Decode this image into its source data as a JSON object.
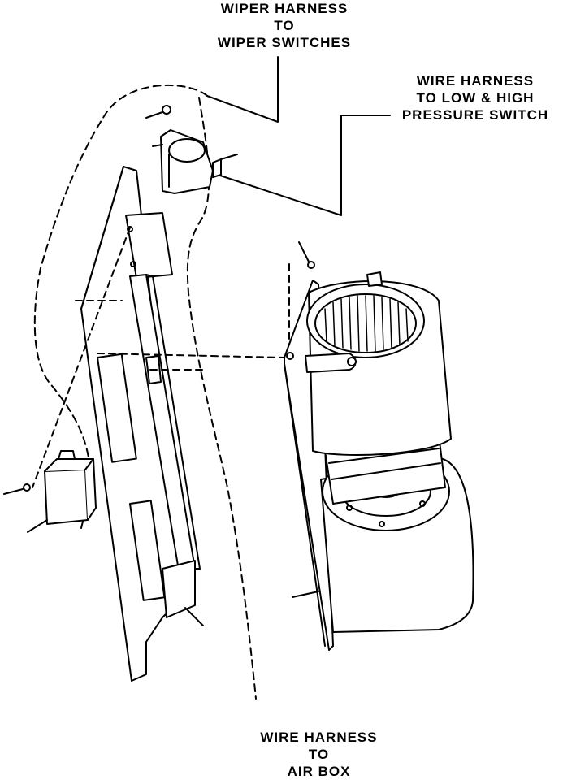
{
  "labels": {
    "wiper_harness": [
      "WIPER HARNESS",
      "TO",
      "WIPER SWITCHES"
    ],
    "pressure_harness": [
      "WIRE HARNESS",
      "TO LOW & HIGH",
      "PRESSURE SWITCH"
    ],
    "airbox_harness": [
      "WIRE HARNESS",
      "TO",
      "AIR BOX"
    ]
  }
}
